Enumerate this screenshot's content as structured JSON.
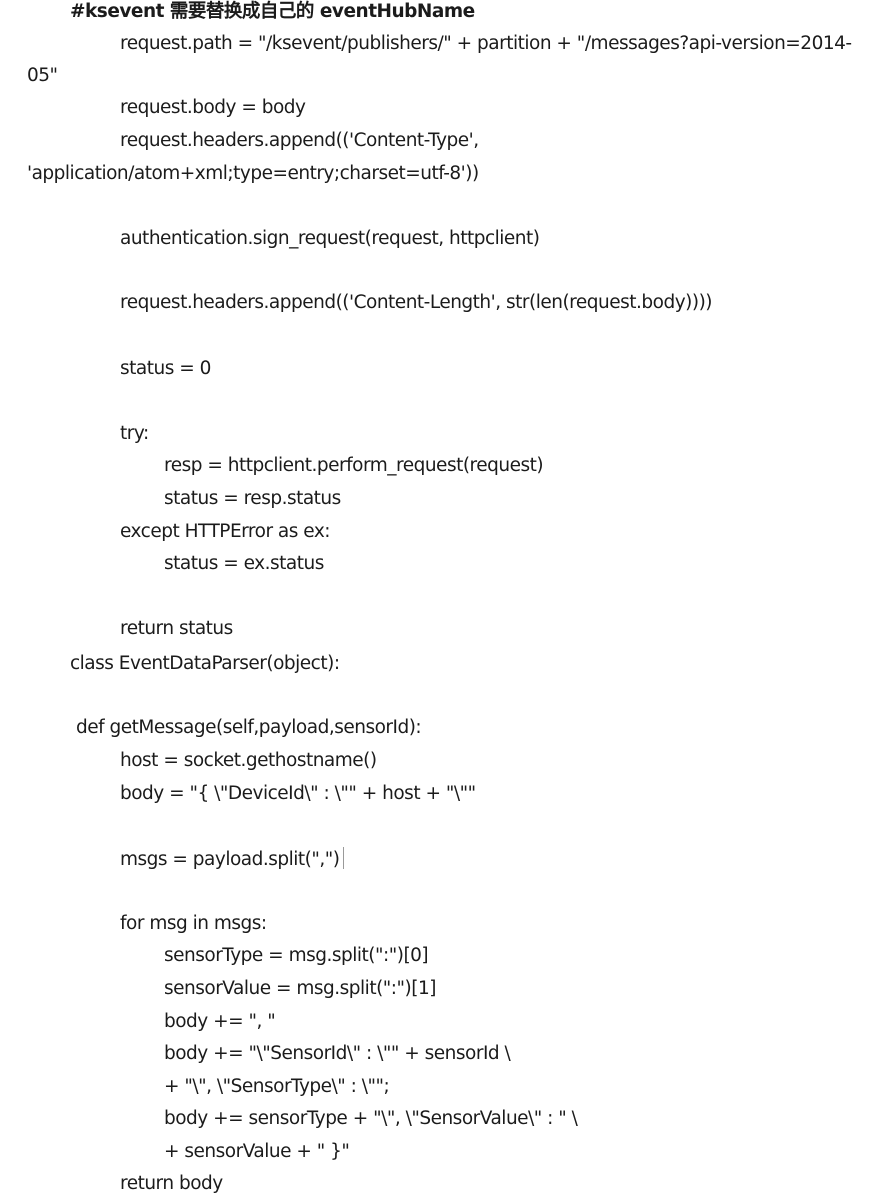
{
  "document": {
    "lines": [
      "#ksevent 需要替换成自己的 eventHubName",
      "request.path = \"/ksevent/publishers/\" + partition + \"/messages?api-version=2014-",
      "05\"",
      "request.body = body",
      "request.headers.append(('Content-Type',",
      "'application/atom+xml;type=entry;charset=utf-8'))",
      "authentication.sign_request(request, httpclient)",
      "request.headers.append(('Content-Length', str(len(request.body))))",
      "status = 0",
      "try:",
      "resp = httpclient.perform_request(request)",
      "status = resp.status",
      "except HTTPError as ex:",
      "status = ex.status",
      "return status",
      "class EventDataParser(object):",
      "def getMessage(self,payload,sensorId):",
      "host = socket.gethostname()",
      "body = \"{ \\\"DeviceId\\\" : \\\"\" + host + \"\\\"\"",
      "msgs = payload.split(\",\")",
      "for msg in msgs:",
      "sensorType = msg.split(\":\")[0]",
      "sensorValue = msg.split(\":\")[1]",
      "body += \", \"",
      "body += \"\\\"SensorId\\\" : \\\"\" + sensorId \\",
      "+ \"\\\", \\\"SensorType\\\" : \\\"\";",
      "body += sensorType + \"\\\", \\\"SensorValue\\\" : \" \\",
      "+ sensorValue + \" }\"",
      "return body"
    ]
  }
}
